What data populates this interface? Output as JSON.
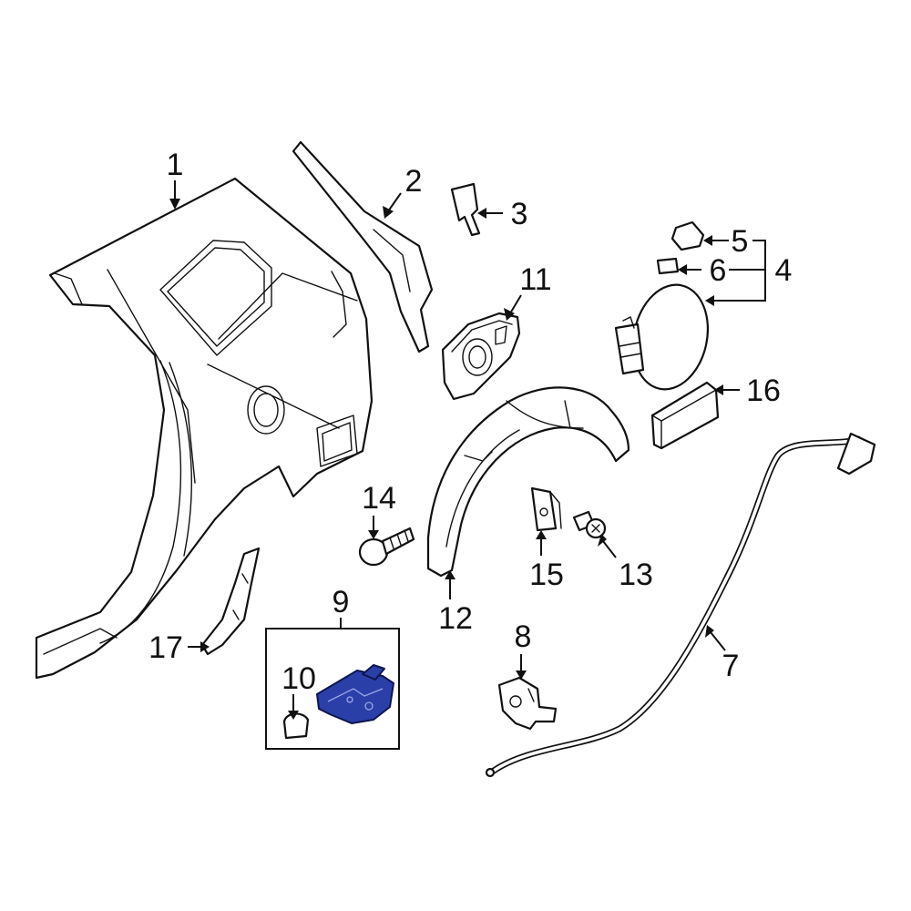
{
  "callouts": {
    "c1": "1",
    "c2": "2",
    "c3": "3",
    "c4": "4",
    "c5": "5",
    "c6": "6",
    "c7": "7",
    "c8": "8",
    "c9": "9",
    "c10": "10",
    "c11": "11",
    "c12": "12",
    "c13": "13",
    "c14": "14",
    "c15": "15",
    "c16": "16",
    "c17": "17"
  },
  "colors": {
    "highlight_part": "#2b3fa8",
    "line": "#111111",
    "background": "#ffffff"
  }
}
